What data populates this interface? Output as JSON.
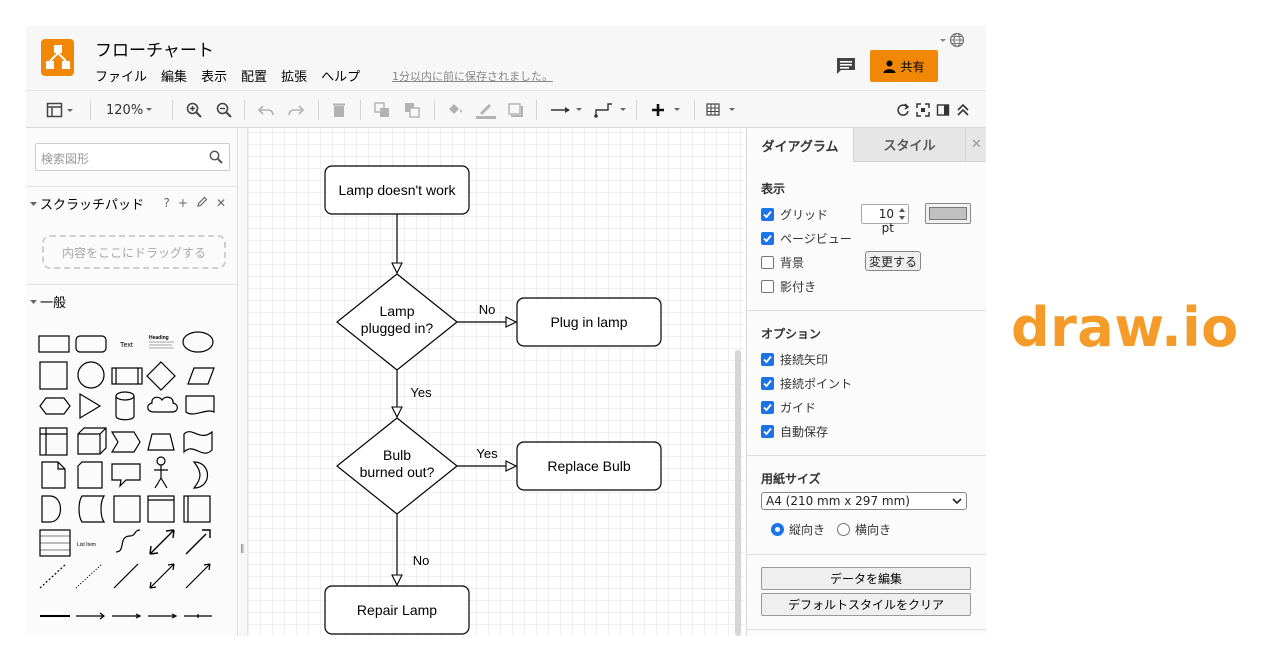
{
  "app": {
    "doc_title": "フローチャート",
    "menu": [
      "ファイル",
      "編集",
      "表示",
      "配置",
      "拡張",
      "ヘルプ"
    ],
    "save_status": "1分以内に前に保存されました。",
    "share_label": "共有",
    "brand_color": "#f08705"
  },
  "toolbar": {
    "zoom": "120%"
  },
  "sidebar": {
    "search_placeholder": "検索図形",
    "scratchpad_title": "スクラッチパッド",
    "scratchpad_help": "?",
    "drop_hint": "内容をここにドラッグする",
    "general_title": "一般",
    "sample_text": "Text",
    "sample_heading": "Heading",
    "sample_list_item": "List Item"
  },
  "diagram": {
    "nodes": {
      "start": "Lamp doesn't work",
      "q1": [
        "Lamp",
        "plugged in?"
      ],
      "plug": "Plug in lamp",
      "q2": [
        "Bulb",
        "burned out?"
      ],
      "replace": "Replace Bulb",
      "repair": "Repair Lamp"
    },
    "edges": {
      "q1_no": "No",
      "q1_yes": "Yes",
      "q2_yes": "Yes",
      "q2_no": "No"
    }
  },
  "format_panel": {
    "tab_diagram": "ダイアグラム",
    "tab_style": "スタイル",
    "close": "✕",
    "view_title": "表示",
    "grid_label": "グリッド",
    "grid_size": "10 pt",
    "page_view_label": "ページビュー",
    "background_label": "背景",
    "change_button": "変更する",
    "shadow_label": "影付き",
    "options_title": "オプション",
    "connection_arrows": "接続矢印",
    "connection_points": "接続ポイント",
    "guides": "ガイド",
    "autosave": "自動保存",
    "paper_title": "用紙サイズ",
    "paper_size": "A4 (210 mm x 297 mm)",
    "portrait": "縦向き",
    "landscape": "横向き",
    "edit_data": "データを編集",
    "clear_default_style": "デフォルトスタイルをクリア"
  },
  "brand": "draw.io"
}
